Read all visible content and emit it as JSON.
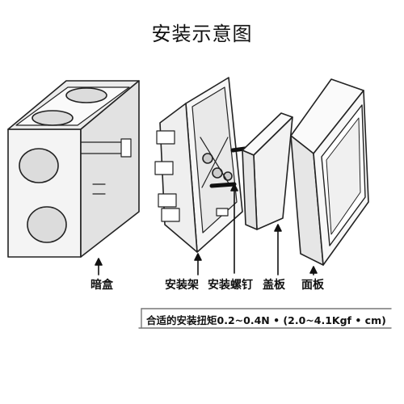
{
  "title": "安装示意图",
  "labels": {
    "box": "暗盒",
    "frame": "安装架",
    "screws": "安装螺钉",
    "cover": "盖板",
    "panel": "面板"
  },
  "note": "合适的安装扭矩0.2~0.4N • (2.0~4.1Kgf • cm)"
}
